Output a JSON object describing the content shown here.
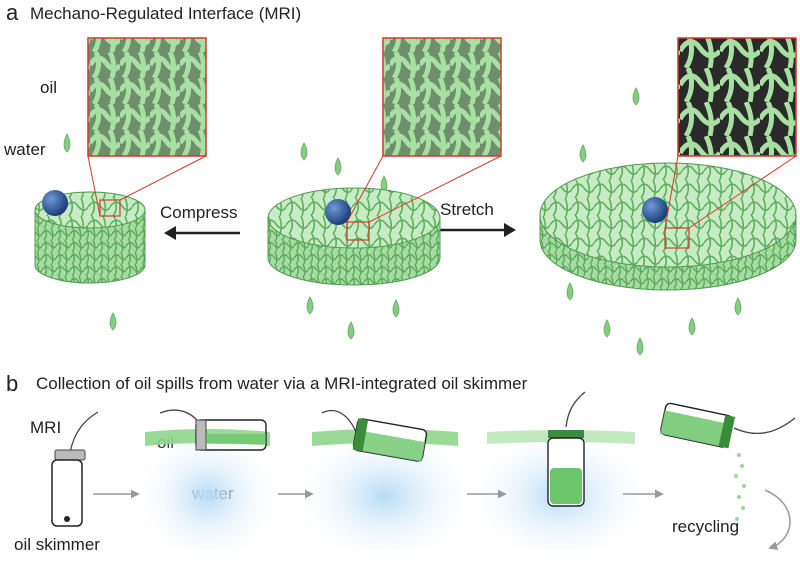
{
  "panel_a": {
    "letter": "a",
    "title": "Mechano-Regulated Interface (MRI)",
    "labels": {
      "oil": "oil",
      "water": "water",
      "compress": "Compress",
      "stretch": "Stretch"
    }
  },
  "panel_b": {
    "letter": "b",
    "title": "Collection of oil spills from water via a MRI-integrated oil skimmer",
    "labels": {
      "mri": "MRI",
      "oil": "oil",
      "water": "water",
      "oil_skimmer": "oil skimmer",
      "recycling": "recycling"
    }
  },
  "colors": {
    "mesh_green": "#8fd18c",
    "mesh_dark": "#4f9a4e",
    "oil_green": "#6cc56a",
    "water_blue": "#cfe6f7",
    "ball_blue": "#2f5d9e",
    "inset_border": "#d23a2e",
    "arrow": "#999999"
  }
}
